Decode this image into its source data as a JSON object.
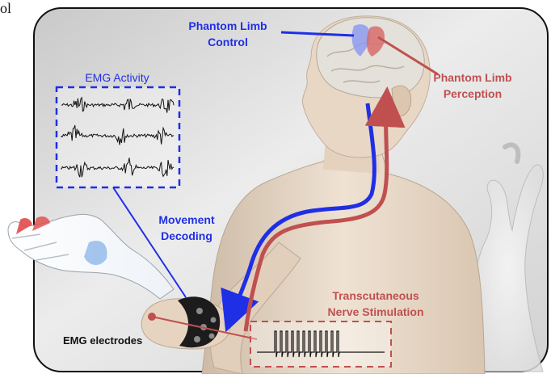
{
  "left_edge_fragment": "ol",
  "labels": {
    "phantom_limb_control": [
      "Phantom Limb",
      "Control"
    ],
    "phantom_limb_perception": [
      "Phantom Limb",
      "Perception"
    ],
    "emg_activity": "EMG Activity",
    "movement_decoding": [
      "Movement",
      "Decoding"
    ],
    "transcutaneous_nerve_stimulation": [
      "Transcutaneous",
      "Nerve Stimulation"
    ],
    "emg_electrodes": "EMG electrodes"
  },
  "colors": {
    "efferent_blue": "#1f2fe6",
    "afferent_red": "#c05050",
    "panel_background": "#dcdcdc",
    "skin": "#ead9c6",
    "electrode_sleeve": "#1c1c1c"
  },
  "icons": {
    "brain_motor_cortex": "brain-highlight-icon",
    "brain_sensory_cortex": "brain-highlight-icon"
  }
}
